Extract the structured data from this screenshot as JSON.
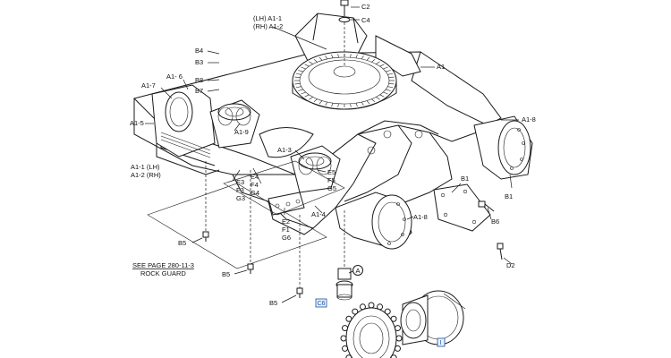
{
  "title": "",
  "labels": {
    "c2": "C2",
    "c4": "C4",
    "a1_1_lh": "(LH) A1-1",
    "a1_2_rh": "(RH) A1-2",
    "a1_top": "A1",
    "b4": "B4",
    "b3": "B3",
    "a1_6": "A1- 6",
    "a1_7": "A1-7",
    "b8": "B8",
    "b7": "B7",
    "a1_5": "A1-5",
    "a1_9": "A1-9",
    "a1_8_right": "A1-8",
    "a1_3": "A1-3",
    "e5": "E5",
    "f5": "F5",
    "g5": "G5",
    "a1_1_lh_left": "A1-1 (LH)",
    "a1_2_rh_left": "A1-2 (RH)",
    "e3": "E3",
    "e4": "E4",
    "f3": "F3",
    "f4": "F4",
    "g3": "G3",
    "g4": "G4",
    "b1_top": "B1",
    "b1_right": "B1",
    "b6": "B6",
    "a1_4": "A1-4",
    "a1_8_lower": "A1-8",
    "e2": "E2",
    "f1": "F1",
    "g6": "G6",
    "b5_left": "B5",
    "b5_mid": "B5",
    "b5_bottom": "B5",
    "d2": "D2",
    "a_circle": "A",
    "c6_box": "C6",
    "i_box": "I"
  },
  "note": {
    "line1": "SEE PAGE 280-11-3",
    "line2": "ROCK GUARD"
  }
}
